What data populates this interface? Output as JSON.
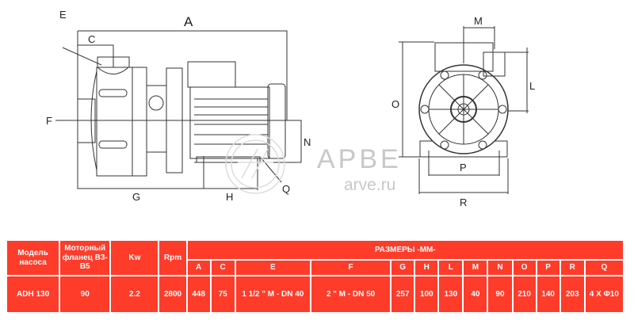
{
  "drawing": {
    "side_view_labels": {
      "A": "A",
      "E": "E",
      "C": "C",
      "F": "F",
      "N": "N",
      "Q": "Q",
      "G": "G",
      "H": "H"
    },
    "front_view_labels": {
      "M": "M",
      "L": "L",
      "O": "O",
      "P": "P",
      "R": "R"
    },
    "watermark": {
      "brand": "АРВЕ",
      "url": "arve.ru"
    },
    "line_color": "#333333"
  },
  "table": {
    "accent_color": "#ff3b2a",
    "headers": {
      "model": "Модель насоса",
      "flange": "Моторный фланец B3-B5",
      "kw": "Kw",
      "rpm": "Rpm",
      "dimensions": "РАЗМЕРЫ -ММ-"
    },
    "dim_columns": [
      "A",
      "C",
      "E",
      "F",
      "G",
      "H",
      "L",
      "M",
      "N",
      "O",
      "P",
      "R",
      "Q"
    ],
    "rows": [
      {
        "model": "ADH 130",
        "flange": "90",
        "kw": "2.2",
        "rpm": "2800",
        "dims": [
          "448",
          "75",
          "1 1/2 \" M - DN 40",
          "2 \" M - DN 50",
          "257",
          "100",
          "130",
          "40",
          "90",
          "210",
          "140",
          "203",
          "4 X Φ10"
        ]
      }
    ]
  }
}
